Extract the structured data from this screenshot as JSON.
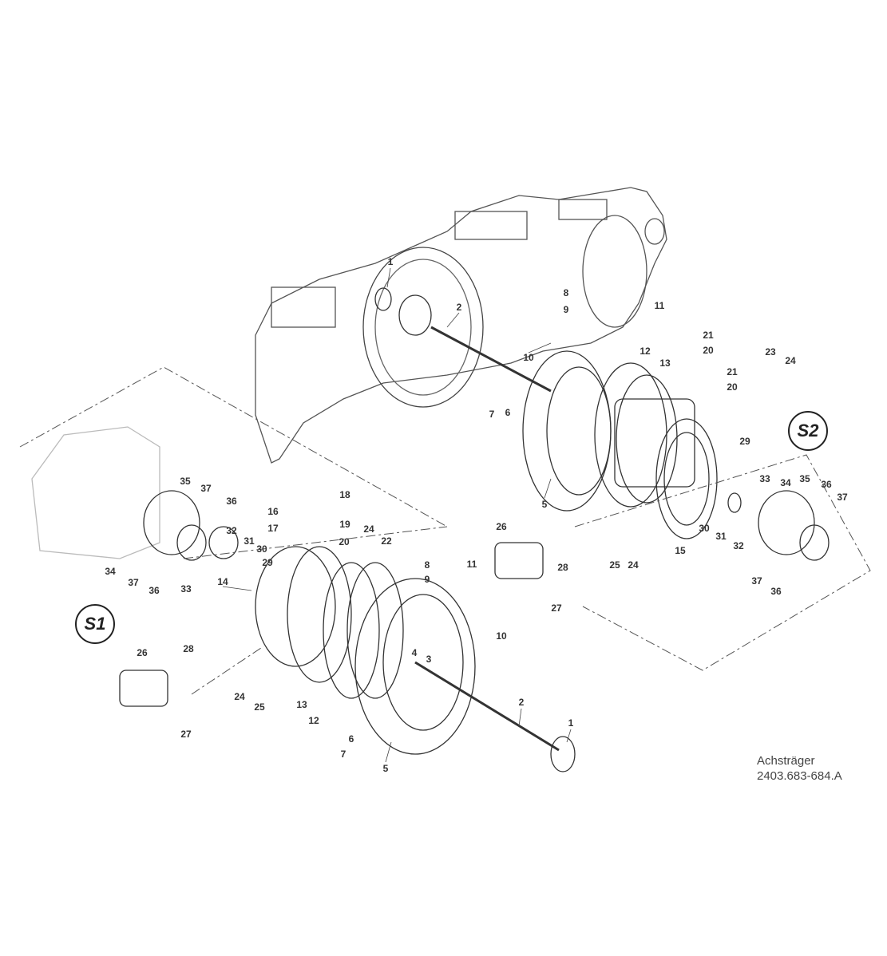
{
  "caption": {
    "title": "Achsträger",
    "number": "2403.683-684.A"
  },
  "section_markers": {
    "s1": "S1",
    "s2": "S2"
  },
  "callouts": [
    "1",
    "2",
    "3",
    "4",
    "5",
    "6",
    "7",
    "8",
    "9",
    "10",
    "11",
    "12",
    "13",
    "14",
    "15",
    "16",
    "17",
    "18",
    "19",
    "20",
    "21",
    "22",
    "23",
    "24",
    "25",
    "26",
    "27",
    "28",
    "29",
    "30",
    "31",
    "32",
    "33",
    "34",
    "35",
    "36",
    "37"
  ]
}
